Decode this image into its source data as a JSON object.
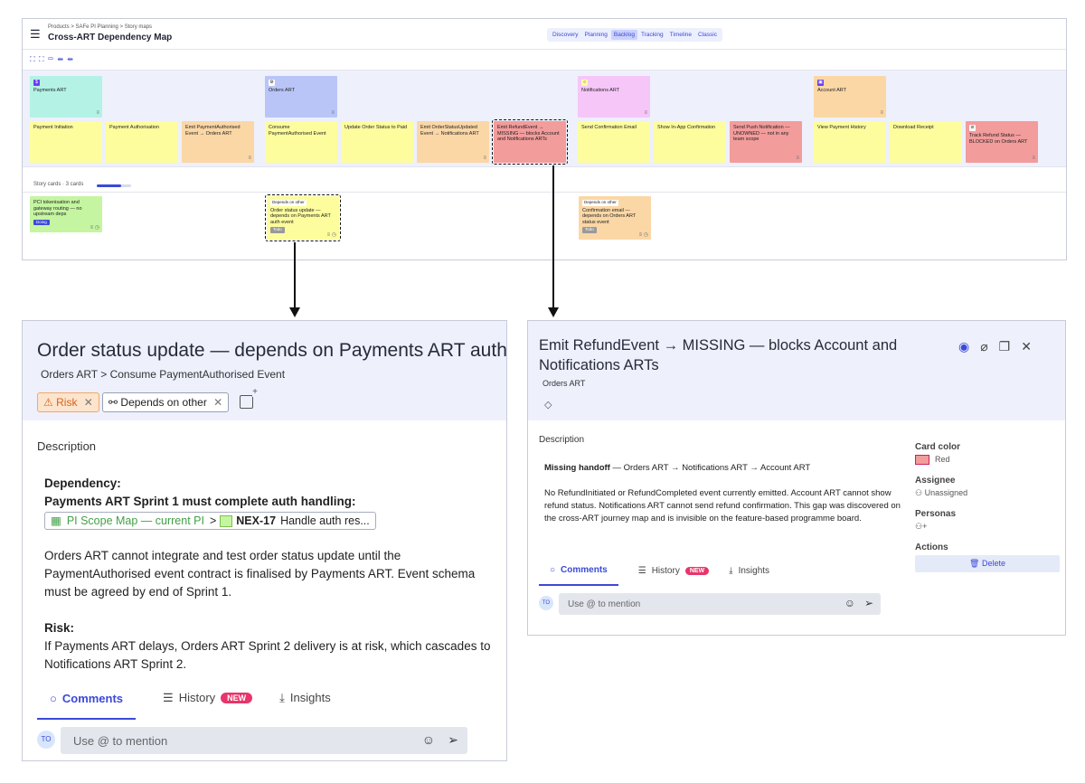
{
  "board": {
    "breadcrumb": "Products > SAFe PI Planning > Story maps",
    "title": "Cross-ART Dependency Map",
    "views": [
      "Discovery",
      "Planning",
      "Backlog",
      "Tracking",
      "Timeline",
      "Classic"
    ],
    "selected_view": "Backlog",
    "arts": [
      "Payments ART",
      "Orders ART",
      "Notifications ART",
      "Account ART"
    ],
    "activities": [
      "Payment Initiation",
      "Payment Authorisation",
      "Emit PaymentAuthorised Event → Orders ART",
      "Consume PaymentAuthorised Event",
      "Update Order Status to Paid",
      "Emit OrderStatusUpdated Event → Notifications ART",
      "Emit RefundEvent → MISSING — blocks Account and Notifications ARTs",
      "Send Confirmation Email",
      "Show In-App Confirmation",
      "Send Push Notification — UNOWNED — not in any team scope",
      "View Payment History",
      "Download Receipt",
      "Track Refund Status — BLOCKED on Orders ART"
    ],
    "story_cards_label": "Story cards · 3 cards",
    "stories": [
      {
        "text": "PCI tokenisation and gateway routing — no upstream deps",
        "status": "Doing"
      },
      {
        "tag": "Depends on other",
        "text": "Order status update — depends on Payments ART auth event",
        "status": "Todo"
      },
      {
        "tag": "Depends on other",
        "text": "Confirmation email — depends on Orders ART status event",
        "status": "Todo"
      }
    ]
  },
  "left_panel": {
    "title": "Order status update — depends on Payments ART auth",
    "breadcrumb": "Orders ART > Consume PaymentAuthorised Event",
    "chips": [
      "Risk",
      "Depends on other"
    ],
    "description_heading": "Description",
    "dependency_heading": "Dependency:",
    "dependency_subheading": "Payments ART Sprint 1 must complete auth handling:",
    "link_prefix": "PI Scope Map — current PI",
    "link_sep": ">",
    "link_key": "NEX-17",
    "link_rest": "Handle auth res...",
    "paragraph": "Orders ART cannot integrate and test order status update until the PaymentAuthorised event contract is finalised by Payments ART. Event schema must be agreed by end of Sprint 1.",
    "risk_heading": "Risk:",
    "risk_text": "If Payments ART delays, Orders ART Sprint 2 delivery is at risk, which cascades to Notifications ART Sprint 2.",
    "tabs": {
      "comments": "Comments",
      "history": "History",
      "new_badge": "NEW",
      "insights": "Insights"
    },
    "avatar": "TO",
    "mention_placeholder": "Use @ to mention"
  },
  "right_panel": {
    "title": "Emit RefundEvent → MISSING — blocks Account and Notifications ARTs",
    "subtitle": "Orders ART",
    "description_heading": "Description",
    "handoff_bold": "Missing handoff",
    "handoff_rest": " — Orders ART → Notifications ART → Account ART",
    "paragraph": "No RefundInitiated or RefundCompleted event currently emitted. Account ART cannot show refund status. Notifications ART cannot send refund confirmation. This gap was discovered on the cross-ART journey map and is invisible on the feature-based programme board.",
    "tabs": {
      "comments": "Comments",
      "history": "History",
      "new_badge": "NEW",
      "insights": "Insights"
    },
    "avatar": "TO",
    "mention_placeholder": "Use @ to mention",
    "side": {
      "card_color_label": "Card color",
      "card_color_value": "Red",
      "assignee_label": "Assignee",
      "assignee_value": "Unassigned",
      "personas_label": "Personas",
      "actions_label": "Actions",
      "delete_label": "Delete"
    }
  },
  "colors": {
    "accent": "#3b49d8",
    "red_card": "#f29c9b",
    "yellow_card": "#fdfd9e",
    "orange_card": "#fbd7a6",
    "new_badge": "#e8356b"
  }
}
